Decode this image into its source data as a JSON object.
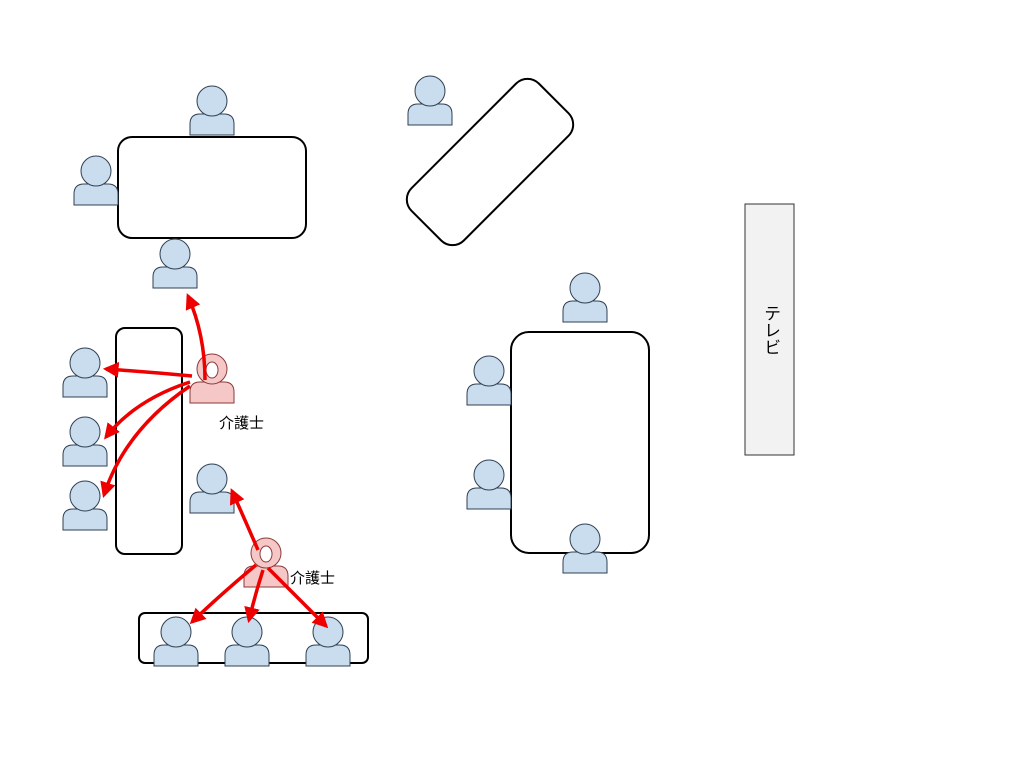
{
  "labels": {
    "caregiver_1": "介護士",
    "caregiver_2": "介護士",
    "tv": "テレビ"
  },
  "colors": {
    "resident_fill": "#c9ddef",
    "resident_stroke": "#2f3f52",
    "caregiver_fill": "#f5c7c7",
    "caregiver_stroke": "#8b3a3a",
    "arrow": "#ee0000",
    "table_stroke": "#000000",
    "tv_fill": "#f2f2f2"
  }
}
